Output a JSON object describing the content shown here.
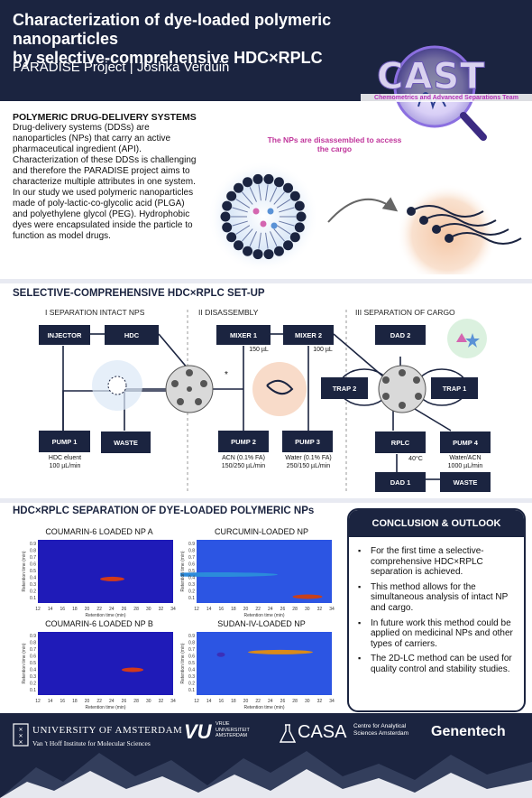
{
  "header": {
    "title_line1": "Characterization of dye-loaded polymeric nanoparticles",
    "title_line2": "by selective-comprehensive HDC×RPLC",
    "author": "PARADISE Project  |  Joshka Verduin",
    "logo_word": "CAST",
    "logo_subtitle": "Chemometrics and Advanced Separations Team"
  },
  "intro": {
    "heading": "POLYMERIC DRUG-DELIVERY SYSTEMS",
    "body": "Drug-delivery systems (DDSs) are nanoparticles (NPs) that carry an active pharmaceutical ingredient (API). Characterization of these DDSs is challenging and therefore the PARADISE project aims to characterize multiple attributes in one system. In our study we used polymeric nanoparticles made of poly-lactic-co-glycolic acid (PLGA) and polyethylene glycol (PEG). Hydrophobic dyes were encapsulated inside the particle to function as model drugs.",
    "cargo_note": "The NPs are disassembled to access the cargo"
  },
  "setup": {
    "title": "SELECTIVE-COMPREHENSIVE HDC×RPLC SET-UP",
    "stages": [
      "I SEPARATION INTACT NPS",
      "II DISASSEMBLY",
      "III SEPARATION OF CARGO"
    ],
    "boxes": {
      "injector": "INJECTOR",
      "hdc": "HDC",
      "pump1": "PUMP 1",
      "waste1": "WASTE",
      "mixer1": "MIXER 1",
      "mixer2": "MIXER 2",
      "pump2": "PUMP 2",
      "pump3": "PUMP 3",
      "dad2": "DAD 2",
      "trap2": "TRAP 2",
      "trap1": "TRAP 1",
      "rplc": "RPLC",
      "pump4": "PUMP 4",
      "dad1": "DAD 1",
      "waste2": "WASTE"
    },
    "labels": {
      "pump1_note": "HDC eluent\n100 µL/min",
      "mixer1_vol": "150 µL",
      "mixer2_vol": "100 µL",
      "star": "*",
      "pump2_note": "ACN (0.1% FA)\n150/250 µL/min",
      "pump3_note": "Water (0.1% FA)\n250/150 µL/min",
      "temp": "40°C",
      "pump4_note": "Water/ACN\n1000 µL/min"
    }
  },
  "results": {
    "title": "HDC×RPLC SEPARATION OF DYE-LOADED POLYMERIC NPs",
    "plots": [
      {
        "title": "COUMARIN-6 LOADED NP A",
        "xlabel": "Retention time (min)",
        "ylabel": "Retention time (min)"
      },
      {
        "title": "CURCUMIN-LOADED NP",
        "xlabel": "Retention time (min)",
        "ylabel": "Retention time (min)"
      },
      {
        "title": "COUMARIN-6 LOADED NP B",
        "xlabel": "Retention time (min)",
        "ylabel": "Retention time (min)"
      },
      {
        "title": "SUDAN-IV-LOADED NP",
        "xlabel": "Retention time (min)",
        "ylabel": "Retention time (min)"
      }
    ],
    "xticks": [
      "12",
      "14",
      "16",
      "18",
      "20",
      "22",
      "24",
      "26",
      "28",
      "30",
      "32",
      "34"
    ],
    "yticks": [
      "0.9",
      "0.8",
      "0.7",
      "0.6",
      "0.5",
      "0.4",
      "0.3",
      "0.2",
      "0.1"
    ]
  },
  "conclusion": {
    "heading": "CONCLUSION & OUTLOOK",
    "items": [
      "For the first time a selective-comprehensive HDC×RPLC separation is achieved.",
      "This method allows for the simultaneous analysis of intact NP and cargo.",
      "In future work this method could be applied on medicinal NPs and other types of carriers.",
      "The 2D-LC method can be used for quality control and stability studies."
    ]
  },
  "footer": {
    "uva_name": "UNIVERSITY OF AMSTERDAM",
    "uva_sub": "Van 't Hoff Institute for Molecular Sciences",
    "vu_word": "VU",
    "vu_sub": "VRIJE\nUNIVERSITEIT\nAMSTERDAM",
    "casa_word": "CASA",
    "casa_sub": "Centre for Analytical\nSciences Amsterdam",
    "genentech": "Genentech"
  },
  "colors": {
    "navy": "#1b2440",
    "magenta": "#c0359b",
    "accent": "#6a57b5"
  }
}
